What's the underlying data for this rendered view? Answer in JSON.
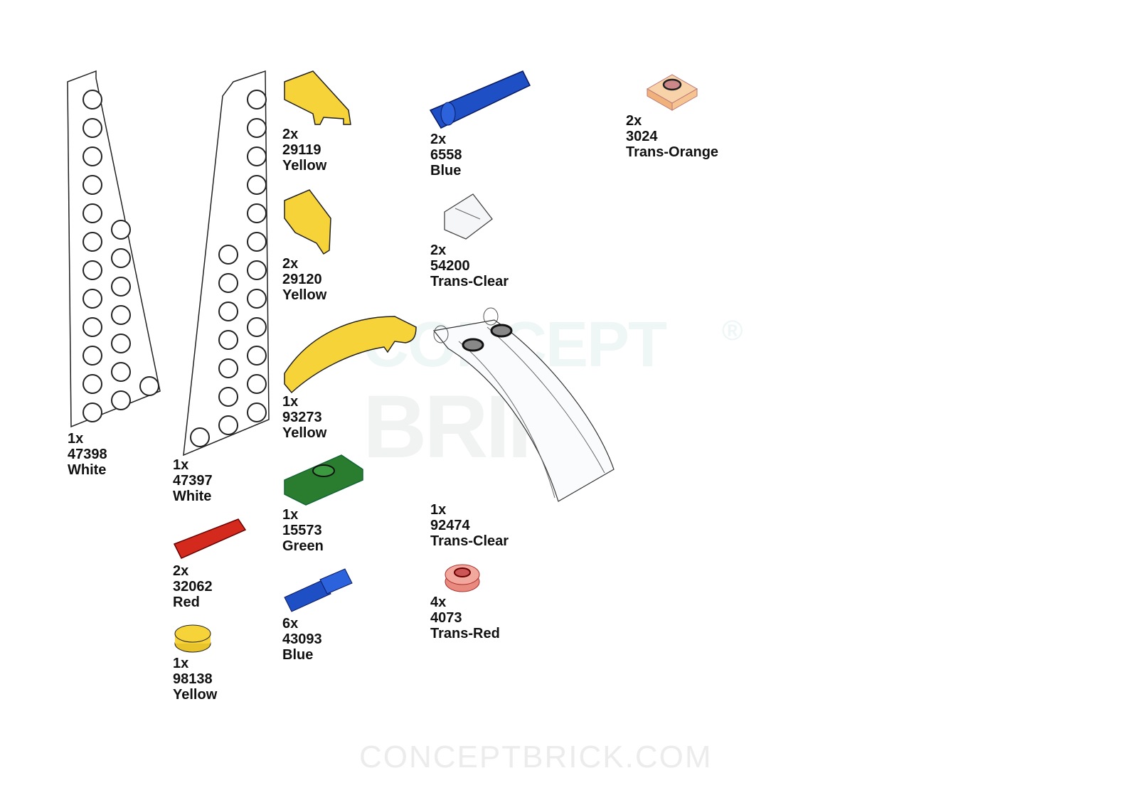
{
  "watermark": {
    "brand_line1": "CONCEPT",
    "brand_line2": "BRIK",
    "registered": "®",
    "url": "CONCEPTBRICK.COM"
  },
  "parts": [
    {
      "qty": "1x",
      "id": "47398",
      "color": "White",
      "hex": "#ffffff"
    },
    {
      "qty": "1x",
      "id": "47397",
      "color": "White",
      "hex": "#ffffff"
    },
    {
      "qty": "2x",
      "id": "29119",
      "color": "Yellow",
      "hex": "#f7d33a"
    },
    {
      "qty": "2x",
      "id": "29120",
      "color": "Yellow",
      "hex": "#f7d33a"
    },
    {
      "qty": "1x",
      "id": "93273",
      "color": "Yellow",
      "hex": "#f7d33a"
    },
    {
      "qty": "1x",
      "id": "15573",
      "color": "Green",
      "hex": "#2a7d2e"
    },
    {
      "qty": "6x",
      "id": "43093",
      "color": "Blue",
      "hex": "#1f4fc4"
    },
    {
      "qty": "2x",
      "id": "32062",
      "color": "Red",
      "hex": "#d42a1e"
    },
    {
      "qty": "1x",
      "id": "98138",
      "color": "Yellow",
      "hex": "#f7d33a"
    },
    {
      "qty": "2x",
      "id": "6558",
      "color": "Blue",
      "hex": "#1f4fc4"
    },
    {
      "qty": "2x",
      "id": "54200",
      "color": "Trans-Clear",
      "hex": "#f4f6f8"
    },
    {
      "qty": "1x",
      "id": "92474",
      "color": "Trans-Clear",
      "hex": "#f4f6f8"
    },
    {
      "qty": "4x",
      "id": "4073",
      "color": "Trans-Red",
      "hex": "#e98a7e"
    },
    {
      "qty": "2x",
      "id": "3024",
      "color": "Trans-Orange",
      "hex": "#f6c491"
    }
  ]
}
